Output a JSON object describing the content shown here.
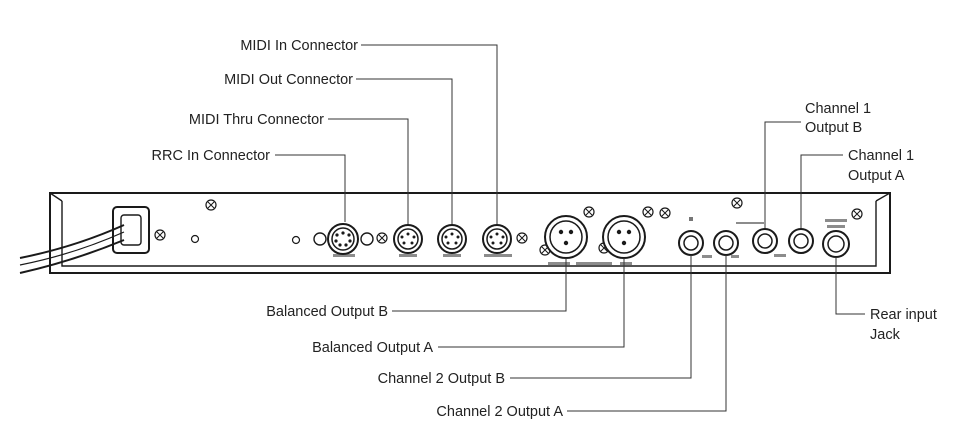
{
  "labels": {
    "midi_in": "MIDI In Connector",
    "midi_out": "MIDI Out Connector",
    "midi_thru": "MIDI Thru Connector",
    "rrc_in": "RRC In Connector",
    "ch1_out_b_line1": "Channel 1",
    "ch1_out_b_line2": "Output B",
    "ch1_out_a_line1": "Channel 1",
    "ch1_out_a_line2": "Output A",
    "balanced_out_b": "Balanced Output B",
    "balanced_out_a": "Balanced Output A",
    "ch2_out_b": "Channel 2 Output B",
    "ch2_out_a": "Channel 2 Output A",
    "rear_input_line1": "Rear input",
    "rear_input_line2": "Jack"
  }
}
